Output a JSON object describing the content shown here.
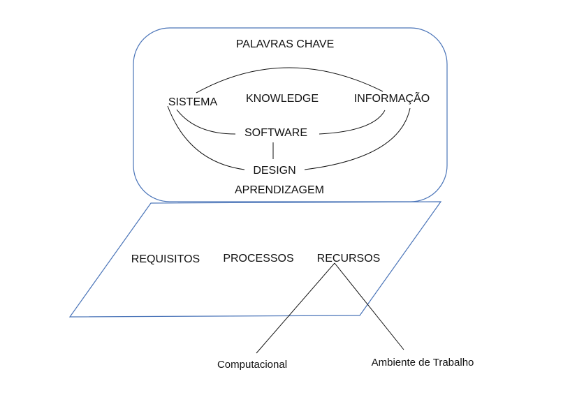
{
  "keywords_box": {
    "title": "PALAVRAS CHAVE",
    "nodes": {
      "sistema": "SISTEMA",
      "knowledge": "KNOWLEDGE",
      "informacao": "INFORMAÇÃO",
      "software": "SOFTWARE",
      "design": "DESIGN"
    },
    "footer": "APRENDIZAGEM"
  },
  "plane": {
    "items": [
      "REQUISITOS",
      "PROCESSOS",
      "RECURSOS"
    ]
  },
  "recursos_children": [
    "Computacional",
    "Ambiente de Trabalho"
  ],
  "colors": {
    "shape_stroke": "#4a74b8",
    "text": "#111111"
  }
}
